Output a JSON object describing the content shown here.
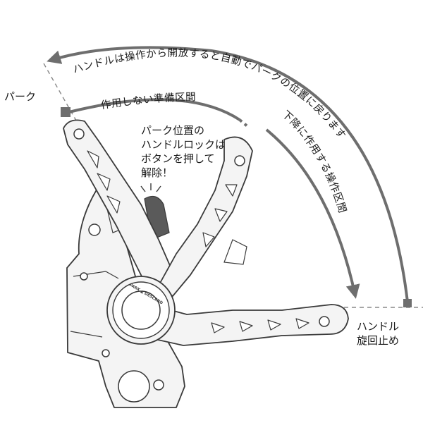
{
  "labels": {
    "top_arc": "ハンドルは操作から開放すると自動でパークの位置に戻ります",
    "inactive_arc": "作用しない準備区間",
    "active_arc": "下降に作用する操作区間",
    "park": "パーク",
    "callout_lines": [
      "パーク位置の",
      "ハンドルロックは",
      "ボタンを押して",
      "解除！"
    ],
    "stop_lines": [
      "ハンドル",
      "旋回止め"
    ],
    "hub_text": "PARK ▲ DESCEND"
  },
  "colors": {
    "arrow": "#6e6e6e",
    "outline": "#3a3a3a",
    "button": "#5a5a5a",
    "fill": "#f4f4f4"
  }
}
